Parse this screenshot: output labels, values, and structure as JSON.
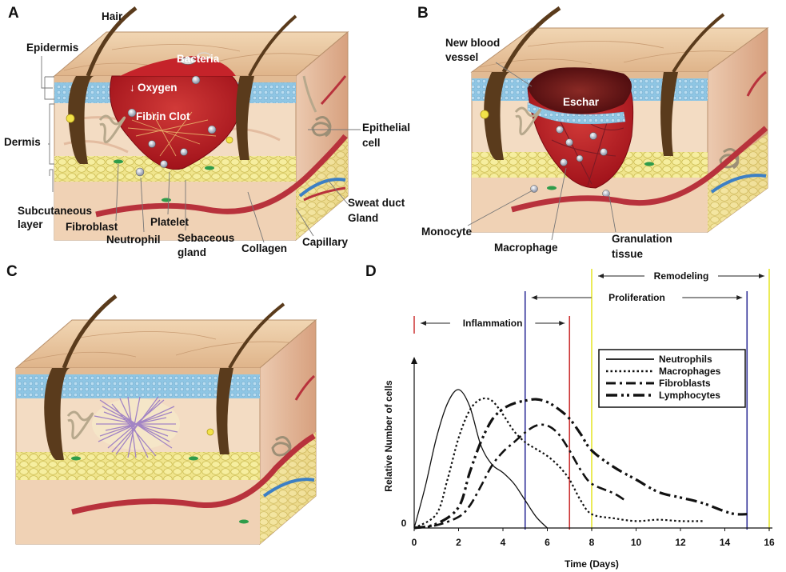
{
  "panels": {
    "a": "A",
    "b": "B",
    "c": "C",
    "d": "D"
  },
  "panel_a": {
    "hair": "Hair",
    "epidermis": "Epidermis",
    "dermis": "Dermis",
    "subcutaneous_1": "Subcutaneous",
    "subcutaneous_2": "layer",
    "bacteria": "Bacteria",
    "oxygen": "Oxygen",
    "fibrin_clot": "Fibrin Clot",
    "epithelial_1": "Epithelial",
    "epithelial_2": "cell",
    "sweat_1": "Sweat duct",
    "sweat_2": "Gland",
    "fibroblast": "Fibroblast",
    "platelet": "Platelet",
    "neutrophil": "Neutrophil",
    "sebaceous_1": "Sebaceous",
    "sebaceous_2": "gland",
    "collagen": "Collagen",
    "capillary": "Capillary"
  },
  "panel_b": {
    "new_vessel_1": "New blood",
    "new_vessel_2": "vessel",
    "eschar": "Eschar",
    "monocyte": "Monocyte",
    "macrophage": "Macrophage",
    "granulation_1": "Granulation",
    "granulation_2": "tissue"
  },
  "colors": {
    "skin_top": "#e9c9a1",
    "epidermis_blue": "#8fc6e4",
    "dermis": "#f3dcc3",
    "fat": "#e6d870",
    "hair": "#5a3b1c",
    "wound": "#b3151e",
    "eschar": "#5c0e12",
    "vessel_red": "#b8323c",
    "vessel_blue": "#3c7fc4",
    "scar_purple": "#9a7ac4",
    "phase_inflammation": "#cc3333",
    "phase_proliferation": "#333399",
    "phase_remodeling": "#e6e62e"
  },
  "chart_data": {
    "type": "line",
    "xlabel": "Time (Days)",
    "ylabel": "Relative Number of cells",
    "xlim": [
      0,
      16
    ],
    "x_ticks": [
      "0",
      "2",
      "4",
      "6",
      "8",
      "10",
      "12",
      "14",
      "16"
    ],
    "y_ticks": [
      "0"
    ],
    "phases": [
      {
        "name": "Inflammation",
        "start": 0,
        "end": 7
      },
      {
        "name": "Proliferation",
        "start": 5,
        "end": 15
      },
      {
        "name": "Remodeling",
        "start": 8,
        "end": 16
      }
    ],
    "series": [
      {
        "name": "Neutrophils",
        "style": "solid",
        "x": [
          0,
          0.5,
          1,
          1.5,
          2,
          2.5,
          3,
          3.5,
          4,
          4.5,
          5,
          5.5,
          6
        ],
        "y": [
          0,
          0.3,
          0.65,
          0.9,
          1.0,
          0.88,
          0.6,
          0.46,
          0.4,
          0.32,
          0.2,
          0.08,
          0
        ]
      },
      {
        "name": "Macrophages",
        "style": "dotted",
        "x": [
          0,
          1,
          1.5,
          2,
          2.5,
          3,
          3.5,
          4,
          4.5,
          5,
          5.5,
          6,
          6.5,
          7,
          7.5,
          8,
          9,
          10,
          11,
          12,
          13
        ],
        "y": [
          0,
          0.1,
          0.35,
          0.65,
          0.85,
          0.93,
          0.92,
          0.82,
          0.7,
          0.62,
          0.57,
          0.52,
          0.45,
          0.35,
          0.2,
          0.1,
          0.07,
          0.05,
          0.06,
          0.05,
          0.05
        ]
      },
      {
        "name": "Fibroblasts",
        "style": "dash-dot",
        "x": [
          0,
          1,
          2,
          2.5,
          3,
          3.5,
          4,
          4.5,
          5,
          5.5,
          6,
          6.5,
          7,
          7.5,
          8,
          9,
          9.5
        ],
        "y": [
          0,
          0.02,
          0.08,
          0.16,
          0.3,
          0.45,
          0.55,
          0.62,
          0.69,
          0.74,
          0.74,
          0.68,
          0.56,
          0.42,
          0.32,
          0.25,
          0.2
        ]
      },
      {
        "name": "Lymphocytes",
        "style": "dash-dot-dot",
        "x": [
          0,
          1,
          2,
          2.5,
          3,
          3.5,
          4,
          4.5,
          5,
          5.5,
          6,
          6.5,
          7,
          7.5,
          8,
          9,
          10,
          11,
          12,
          13,
          14,
          14.5,
          15
        ],
        "y": [
          0,
          0.03,
          0.15,
          0.4,
          0.62,
          0.78,
          0.86,
          0.9,
          0.92,
          0.93,
          0.91,
          0.86,
          0.79,
          0.68,
          0.56,
          0.44,
          0.35,
          0.26,
          0.22,
          0.18,
          0.12,
          0.1,
          0.1
        ]
      }
    ]
  }
}
